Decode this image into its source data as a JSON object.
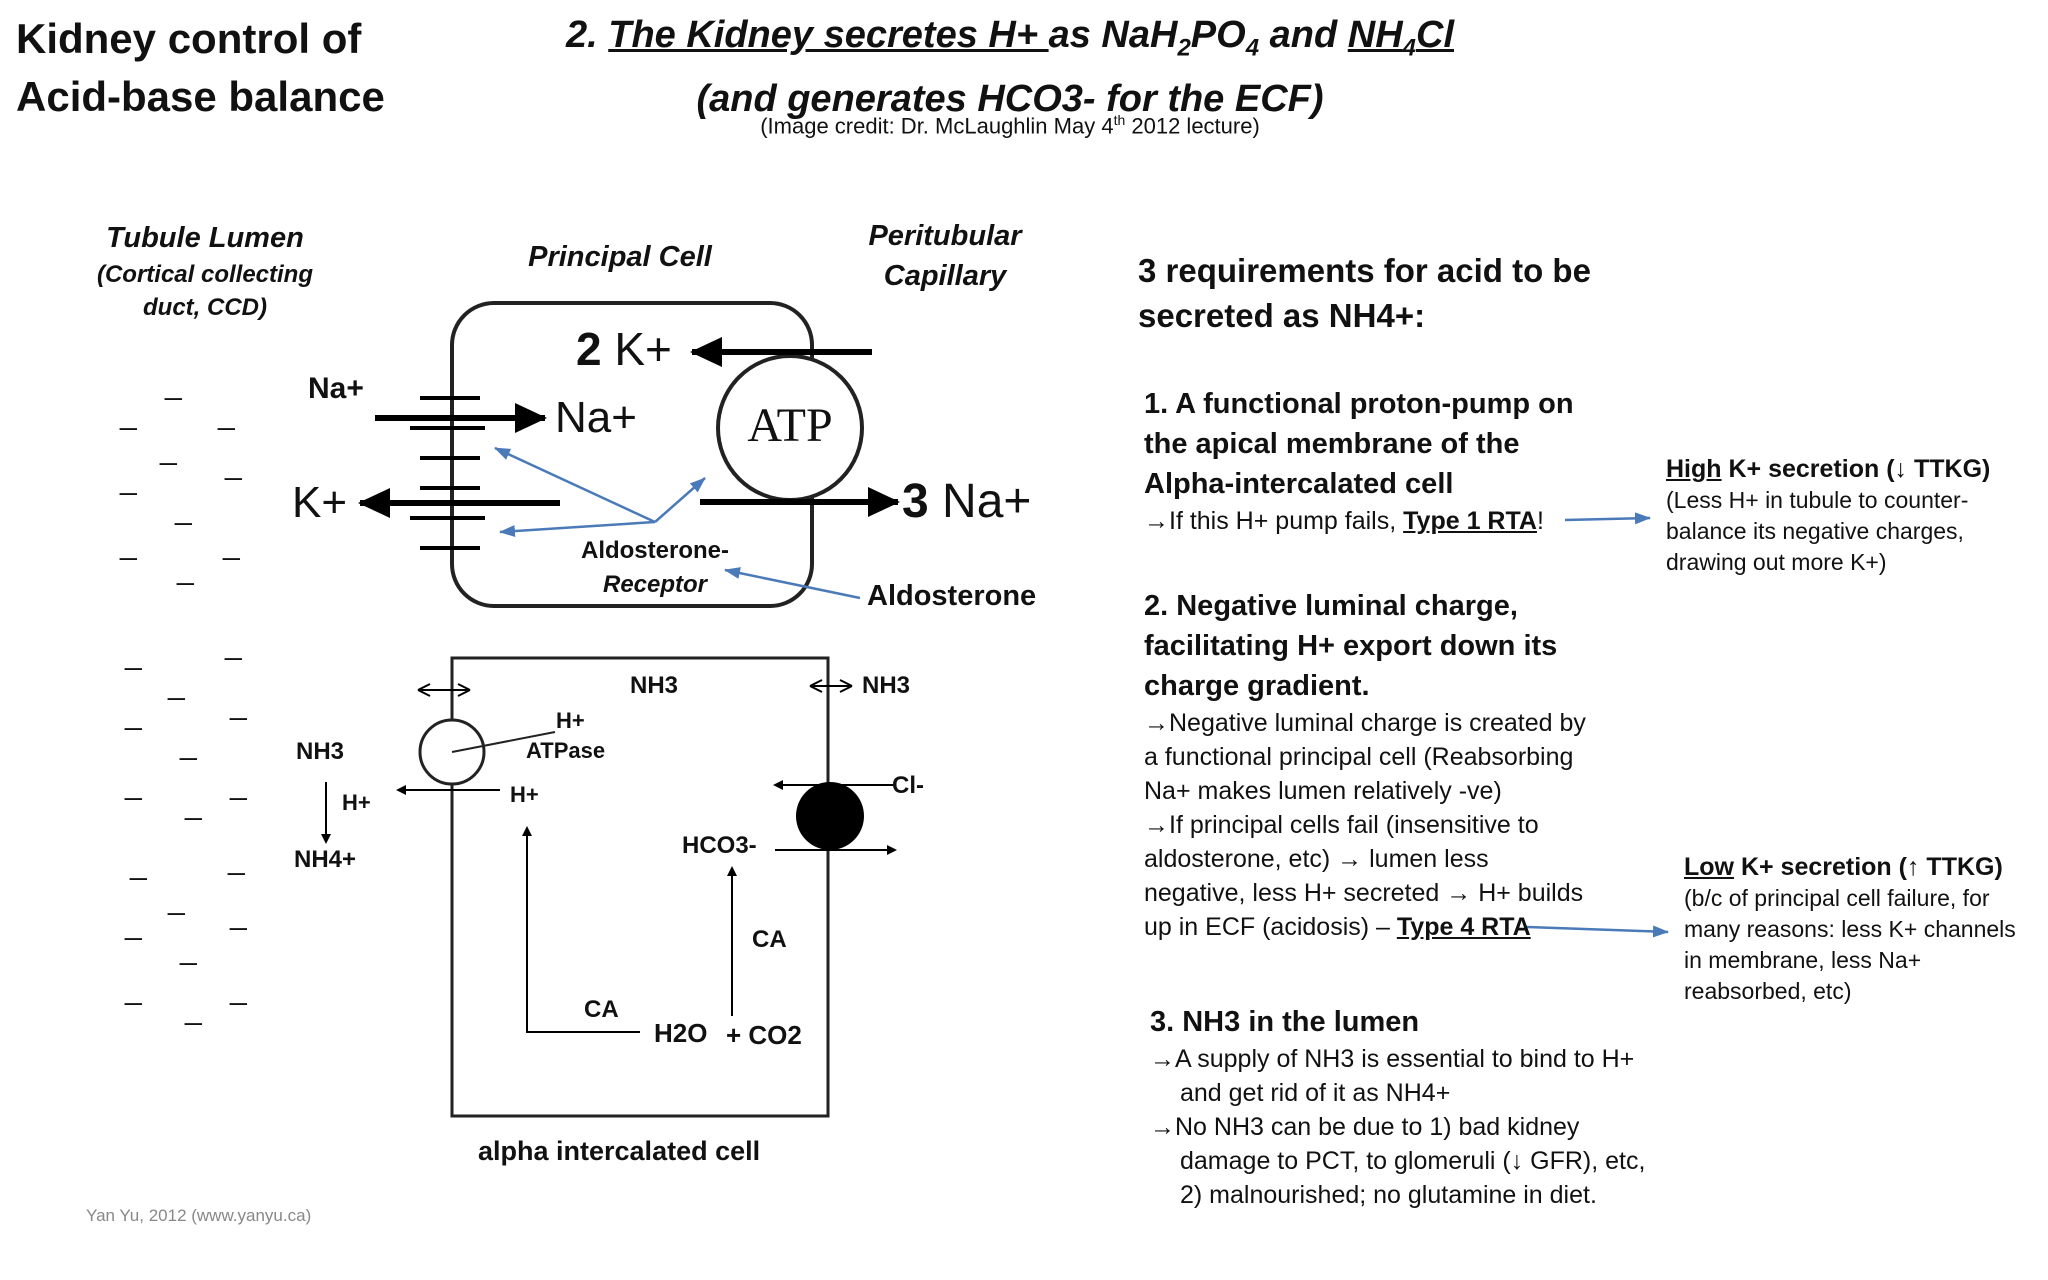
{
  "header": {
    "title_line1": "Kidney control of",
    "title_line2": "Acid-base balance",
    "main_prefix": "2. ",
    "main_part1": "The Kidney secretes H+ ",
    "main_part2": "as NaH",
    "main_sub2": "2",
    "main_part3": "PO",
    "main_sub4": "4",
    "main_and": " and ",
    "main_nh": "NH",
    "main_sub_nh": "4",
    "main_cl": "Cl",
    "main_line2": "(and generates HCO3- for the ECF)",
    "credit_pre": "(Image credit: Dr. McLaughlin May 4",
    "credit_sup": "th",
    "credit_post": " 2012 lecture)"
  },
  "diagram": {
    "tubule_lumen": "Tubule Lumen",
    "tubule_sub1": "(Cortical collecting",
    "tubule_sub2": "duct, CCD)",
    "principal_cell": "Principal Cell",
    "peritubular1": "Peritubular",
    "peritubular2": "Capillary",
    "na_out": "Na+",
    "na_in": "Na+",
    "k_out": "K+",
    "two_k": "2",
    "two_k_ion": "K+",
    "atp": "ATP",
    "three_na": "3",
    "three_na_ion": "Na+",
    "aldo_receptor1": "Aldosterone-",
    "aldo_receptor2": "Receptor",
    "aldosterone": "Aldosterone",
    "nh3_left": "NH3",
    "h_plus_left": "H+",
    "nh4_left": "NH4+",
    "h_atpase1": "H+",
    "h_atpase2": "ATPase",
    "h_plus_cell": "H+",
    "nh3_top": "NH3",
    "nh3_right": "NH3",
    "cl": "Cl-",
    "hco3": "HCO3-",
    "ca_right": "CA",
    "ca_bottom": "CA",
    "h2o": "H2O",
    "co2": "+ CO2",
    "alpha_cell": "alpha intercalated cell"
  },
  "requirements": {
    "heading1": "3 requirements for acid to be",
    "heading2": "secreted as NH4+:",
    "r1_l1": "1. A functional proton-pump on",
    "r1_l2": "the apical membrane of the",
    "r1_l3": "Alpha-intercalated cell",
    "r1_body": "→If this H+ pump fails, ",
    "r1_link": "Type 1 RTA",
    "r1_end": "!",
    "r2_l1": "2. Negative luminal charge,",
    "r2_l2": "facilitating H+ export down its",
    "r2_l3": "charge gradient.",
    "r2_b1": "→Negative luminal charge is created by",
    "r2_b2": "a functional principal cell (Reabsorbing",
    "r2_b3": "Na+ makes lumen relatively  -ve)",
    "r2_b4": "→If principal cells fail (insensitive to",
    "r2_b5": "aldosterone, etc) → lumen less",
    "r2_b6": "negative, less H+ secreted → H+ builds",
    "r2_b7": "up in ECF (acidosis) – ",
    "r2_link": "Type 4 RTA",
    "r3_l1": "3. NH3 in the lumen",
    "r3_b1": "→A supply of NH3 is essential to bind to H+",
    "r3_b2": "and get rid of it as NH4+",
    "r3_b3": "→No NH3 can be due to 1) bad kidney",
    "r3_b4": "damage to PCT, to glomeruli (↓ GFR), etc,",
    "r3_b5": "2) malnourished; no glutamine in diet."
  },
  "notes": {
    "high_u": "High",
    "high_rest": " K+ secretion (↓ TTKG)",
    "high_b1": "(Less H+ in tubule to counter-",
    "high_b2": "balance its negative charges,",
    "high_b3": "drawing out more K+)",
    "low_u": "Low",
    "low_rest": " K+ secretion (↑ TTKG)",
    "low_b1": "(b/c of principal cell failure, for",
    "low_b2": "many reasons: less K+ channels",
    "low_b3": "in membrane, less  Na+",
    "low_b4": "reabsorbed, etc)"
  },
  "footer": "Yan Yu, 2012 (www.yanyu.ca)",
  "colors": {
    "arrow_blue": "#4a7ab8",
    "text": "#111111"
  }
}
